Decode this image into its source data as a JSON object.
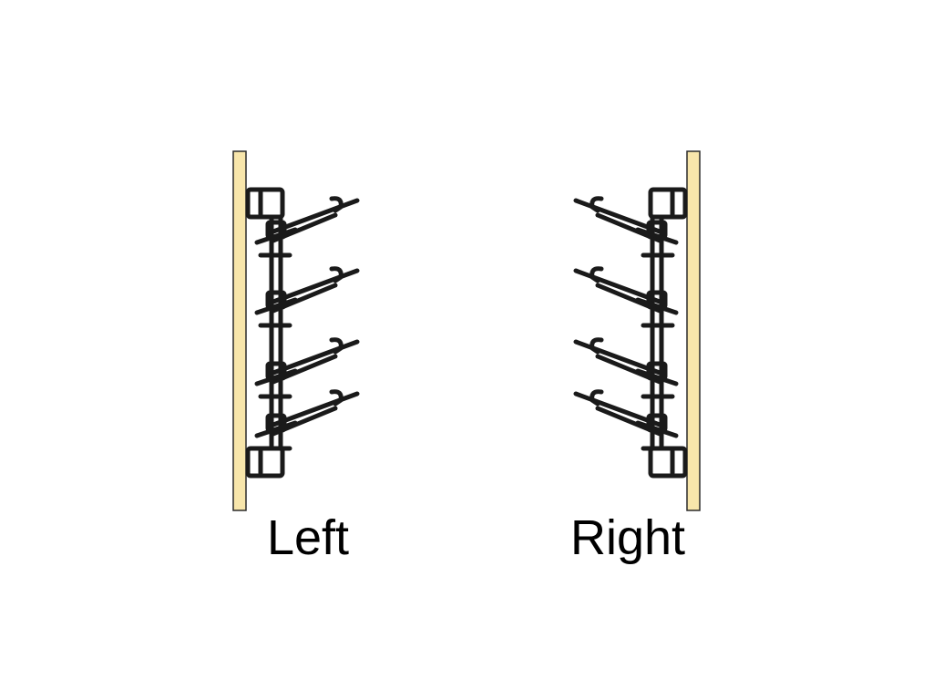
{
  "labels": {
    "left": "Left",
    "right": "Right"
  },
  "colors": {
    "background": "#ffffff",
    "wall_fill": "#f8e6ab",
    "wall_stroke": "#2a2a2a",
    "rack_stroke": "#1a1a1a",
    "text": "#000000"
  },
  "icons": {
    "left_unit": "wall-mounted-rack-left-icon",
    "right_unit": "wall-mounted-rack-right-icon"
  },
  "arm_count": 4
}
